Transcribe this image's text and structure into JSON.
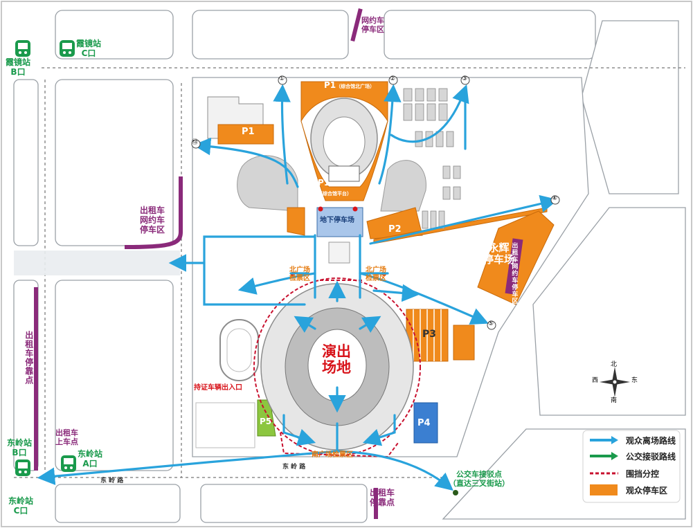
{
  "stations": {
    "xiajing_b": "霞镜站\nB口",
    "xiajing_c": "霞镜站\nC口",
    "dongling_b": "东岭站\nB口",
    "dongling_a": "东岭站\nA口",
    "dongling_c": "东岭站\nC口"
  },
  "taxi": {
    "top": "网约车\n停车区",
    "left": "出租车\n网约车\n停车区",
    "left_vertical": "出租车停靠点",
    "pickup": "出租车\n上车点",
    "bottom": "出租车\n停靠点",
    "right_vertical": "出租车网约车停车区"
  },
  "parking": {
    "p1_main": "P1",
    "p1_main_sub": "（综合馆北广场）",
    "p1_left": "P1",
    "p1_inner": "P1",
    "p1_inner_sub": "（综合馆平台）",
    "p2": "P2",
    "p3": "P3",
    "p4": "P4",
    "p5": "P5",
    "yonghui": "永辉\n停车场",
    "underground": "地下停车场"
  },
  "plaza": {
    "north_left": "北广场\n检票区",
    "north_right": "北广场\n检票区",
    "south": "南广场检票区"
  },
  "venue": {
    "main": "演出\n场地"
  },
  "access": {
    "permit_entry": "持证车辆出入口"
  },
  "bus": {
    "transfer": "公交车接驳点\n（直达三叉街站）"
  },
  "roads": {
    "dongling": "东  岭  路",
    "dongling2": "东  岭  路"
  },
  "exits": [
    "①",
    "②",
    "③",
    "④",
    "⑤",
    "⑬"
  ],
  "compass": {
    "n": "北",
    "s": "南",
    "e": "东",
    "w": "西"
  },
  "legend": [
    {
      "label": "观众离场路线",
      "kind": "arrow",
      "color": "#29a3dc"
    },
    {
      "label": "公交接驳路线",
      "kind": "arrow",
      "color": "#1a9a4c"
    },
    {
      "label": "围挡分控",
      "kind": "dash",
      "color": "#c8102e"
    },
    {
      "label": "观众停车区",
      "kind": "box",
      "color": "#f08a1c"
    }
  ],
  "colors": {
    "exit_route": "#29a3dc",
    "bus_route": "#1a9a4c",
    "fence": "#c8102e",
    "parking": "#f08a1c",
    "taxi_bar": "#8a2a7a",
    "metro": "#1a9a4c"
  }
}
